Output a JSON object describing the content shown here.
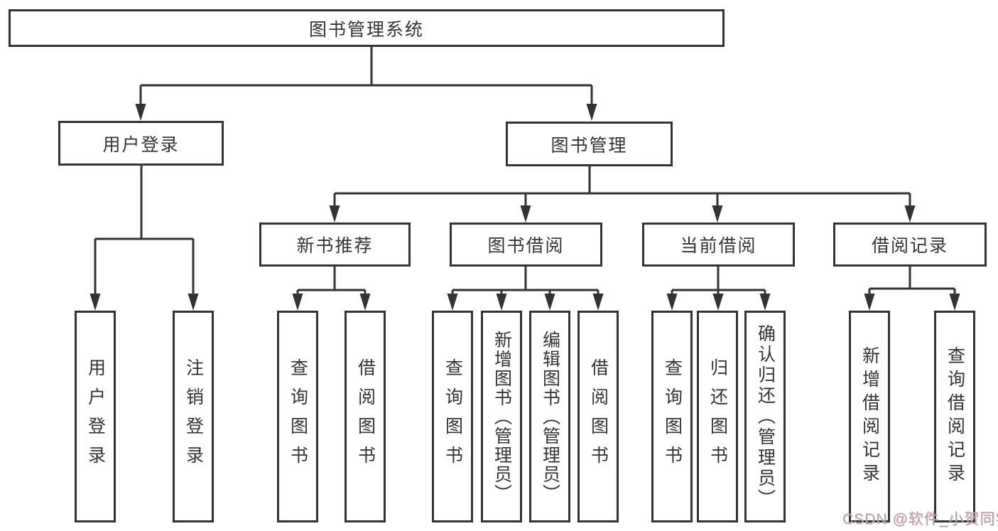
{
  "diagram": {
    "root": {
      "label": "图书管理系统"
    },
    "branches": [
      {
        "label": "用户登录",
        "children": [
          {
            "label": "用户登录"
          },
          {
            "label": "注销登录"
          }
        ]
      },
      {
        "label": "图书管理",
        "children": [
          {
            "label": "新书推荐",
            "children": [
              {
                "label": "查询图书"
              },
              {
                "label": "借阅图书"
              }
            ]
          },
          {
            "label": "图书借阅",
            "children": [
              {
                "label": "查询图书"
              },
              {
                "label": "新增图书（管理员）"
              },
              {
                "label": "编辑图书（管理员）"
              },
              {
                "label": "借阅图书"
              }
            ]
          },
          {
            "label": "当前借阅",
            "children": [
              {
                "label": "查询图书"
              },
              {
                "label": "归还图书"
              },
              {
                "label": "确认归还（管理员）"
              }
            ]
          },
          {
            "label": "借阅记录",
            "children": [
              {
                "label": "新增借阅记录"
              },
              {
                "label": "查询借阅记录"
              }
            ]
          }
        ]
      }
    ],
    "watermark": "CSDN @软件_小贺同学",
    "colors": {
      "line": "#333333",
      "text": "#333333",
      "box_bg": "#ffffff",
      "background": "#ffffff",
      "watermark_gray": "#a8a8ae",
      "watermark_pink": "#f48fa0"
    }
  }
}
